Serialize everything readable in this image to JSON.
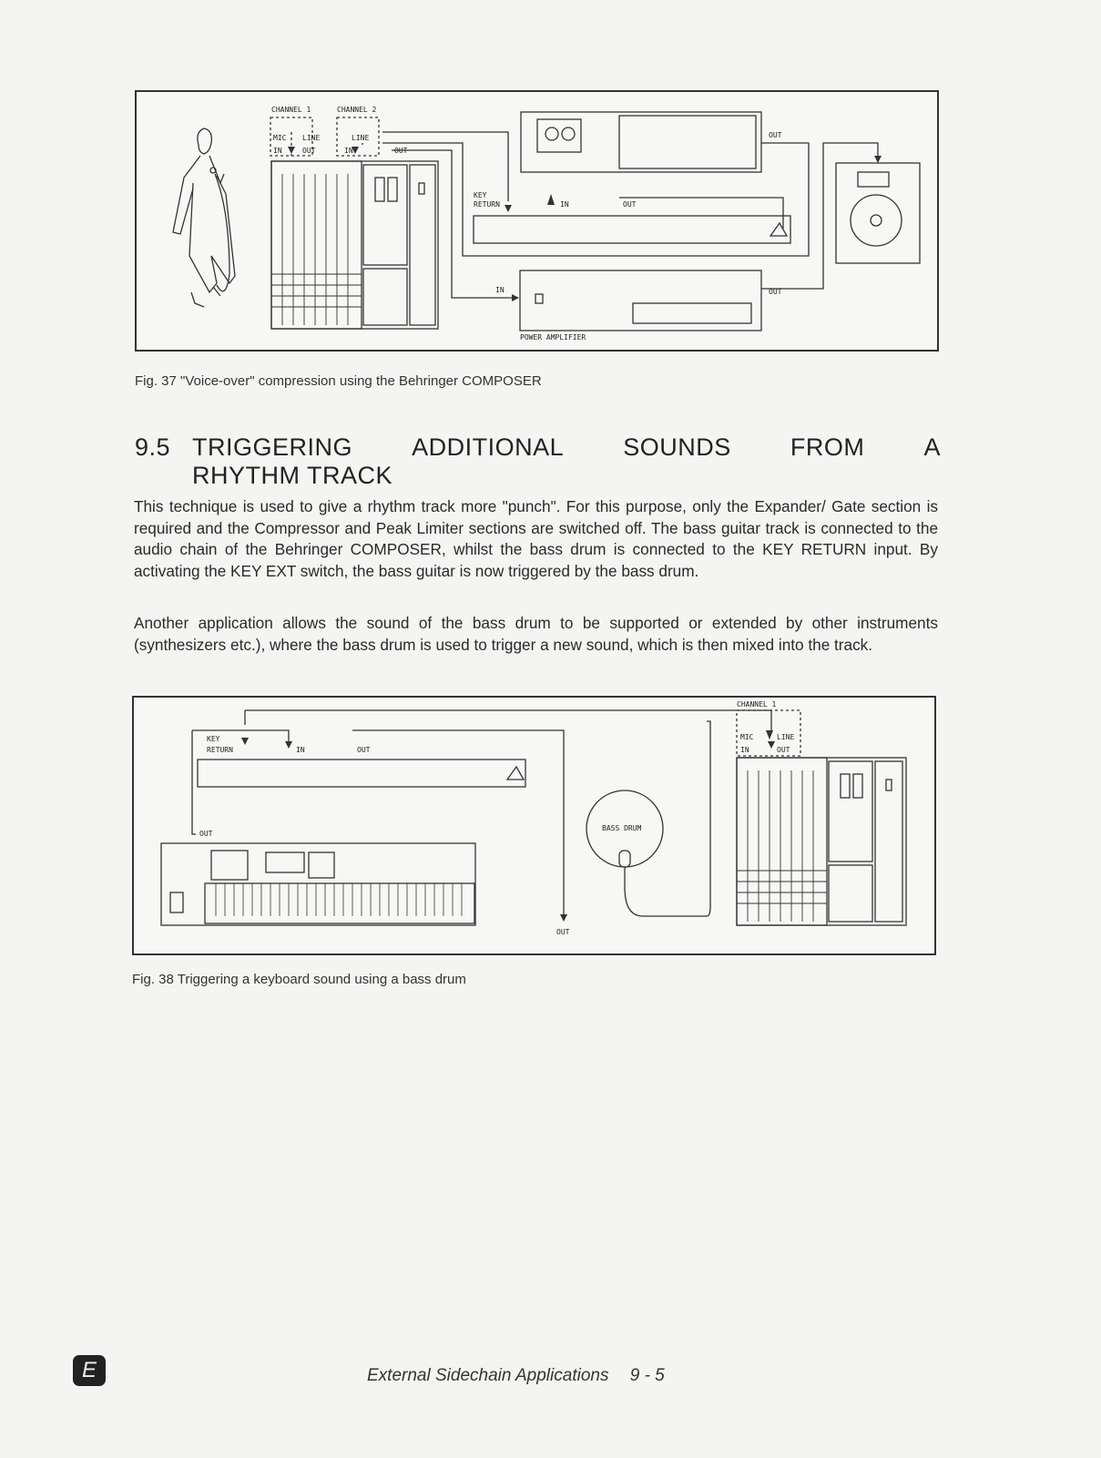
{
  "figure37": {
    "labels": {
      "channel1": "CHANNEL 1",
      "channel2": "CHANNEL 2",
      "mic": "MIC",
      "line1": "LINE",
      "line2": "LINE",
      "in1": "IN",
      "out1": "OUT",
      "in2": "IN",
      "out2": "OUT",
      "key": "KEY",
      "return": "RETURN",
      "comp_in": "IN",
      "comp_out": "OUT",
      "tape_out": "OUT",
      "amp_in": "IN",
      "amp_out": "OUT",
      "power_amp": "POWER AMPLIFIER"
    },
    "caption": "Fig. 37  \"Voice-over\" compression using the Behringer COMPOSER"
  },
  "section": {
    "number": "9.5",
    "title_line1_words": [
      "TRIGGERING",
      "ADDITIONAL",
      "SOUNDS",
      "FROM",
      "A"
    ],
    "title_line2": "RHYTHM TRACK"
  },
  "paragraphs": {
    "p1": "This technique is used to give a rhythm track more \"punch\". For this purpose, only the Expander/ Gate section is required and the Compressor and Peak Limiter sections are switched off. The bass guitar track is connected to the audio chain of the Behringer COMPOSER, whilst the bass drum is connected to the KEY RETURN input. By activating the KEY EXT switch, the bass guitar is now triggered by the bass drum.",
    "p2": "Another application allows the sound of the bass drum to be supported or extended by other instruments (synthesizers etc.), where the bass drum is used to trigger a new sound, which is then mixed into the track."
  },
  "figure38": {
    "labels": {
      "key": "KEY",
      "return": "RETURN",
      "comp_in": "IN",
      "comp_out": "OUT",
      "kbd_out": "OUT",
      "out_bottom": "OUT",
      "bass_drum": "BASS DRUM",
      "channel1": "CHANNEL 1",
      "mic": "MIC",
      "line": "LINE",
      "in": "IN",
      "out": "OUT"
    },
    "caption": "Fig. 38  Triggering a keyboard sound using a bass drum"
  },
  "footer": {
    "badge": "E",
    "title": "External Sidechain Applications",
    "page": "9 - 5"
  }
}
